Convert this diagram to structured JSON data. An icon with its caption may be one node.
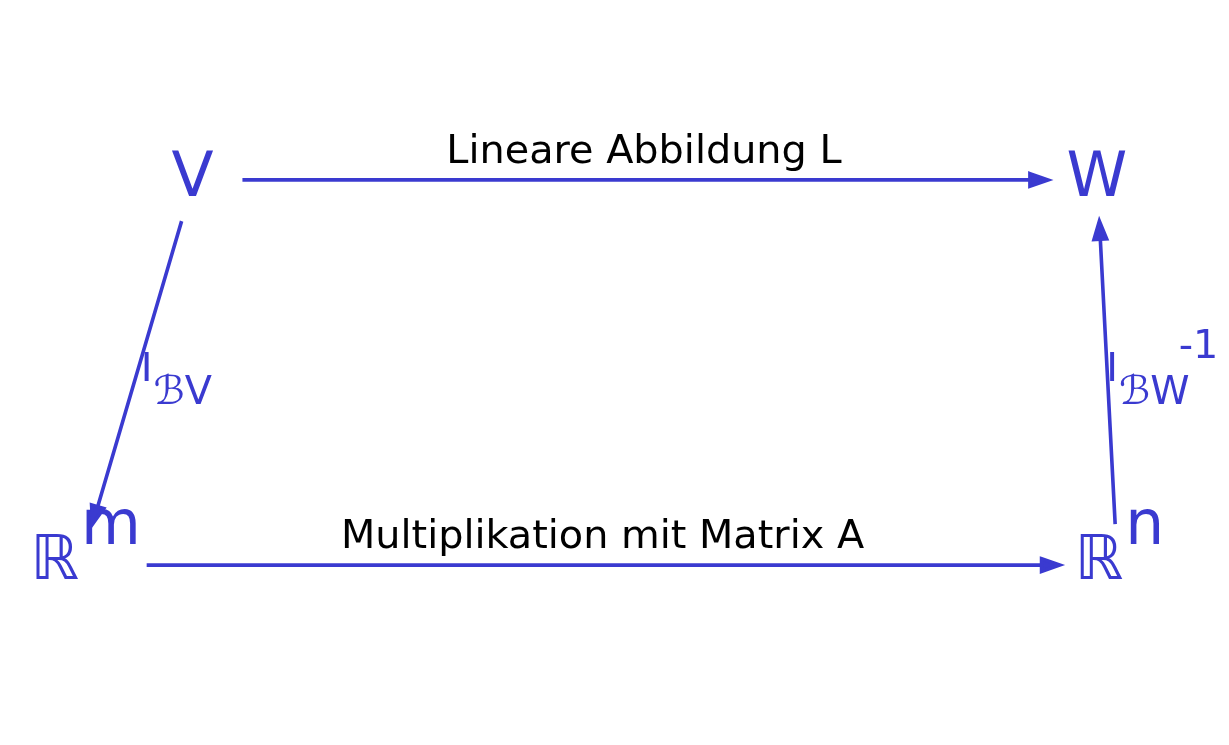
{
  "diagram": {
    "nodes": [
      {
        "text": [
          "V"
        ]
      },
      {
        "text": [
          "W"
        ]
      },
      {
        "text": [
          "ℝ$^{m}$"
        ]
      },
      {
        "text": [
          "ℝ$^{n}$"
        ]
      }
    ],
    "edges": [
      {
        "from": 0,
        "to": 1,
        "arrow": "to",
        "label": "Lineare Abbildung L"
      },
      {
        "from": 0,
        "to": 2,
        "arrow": "to",
        "label": "I$_{ℬV}$"
      },
      {
        "from": 2,
        "to": 3,
        "arrow": "to",
        "label": "Multiplikation mit Matrix A"
      },
      {
        "from": 3,
        "to": 1,
        "arrow": "to",
        "label": "I$_{ℬW}$$^{-1}$"
      }
    ]
  }
}
